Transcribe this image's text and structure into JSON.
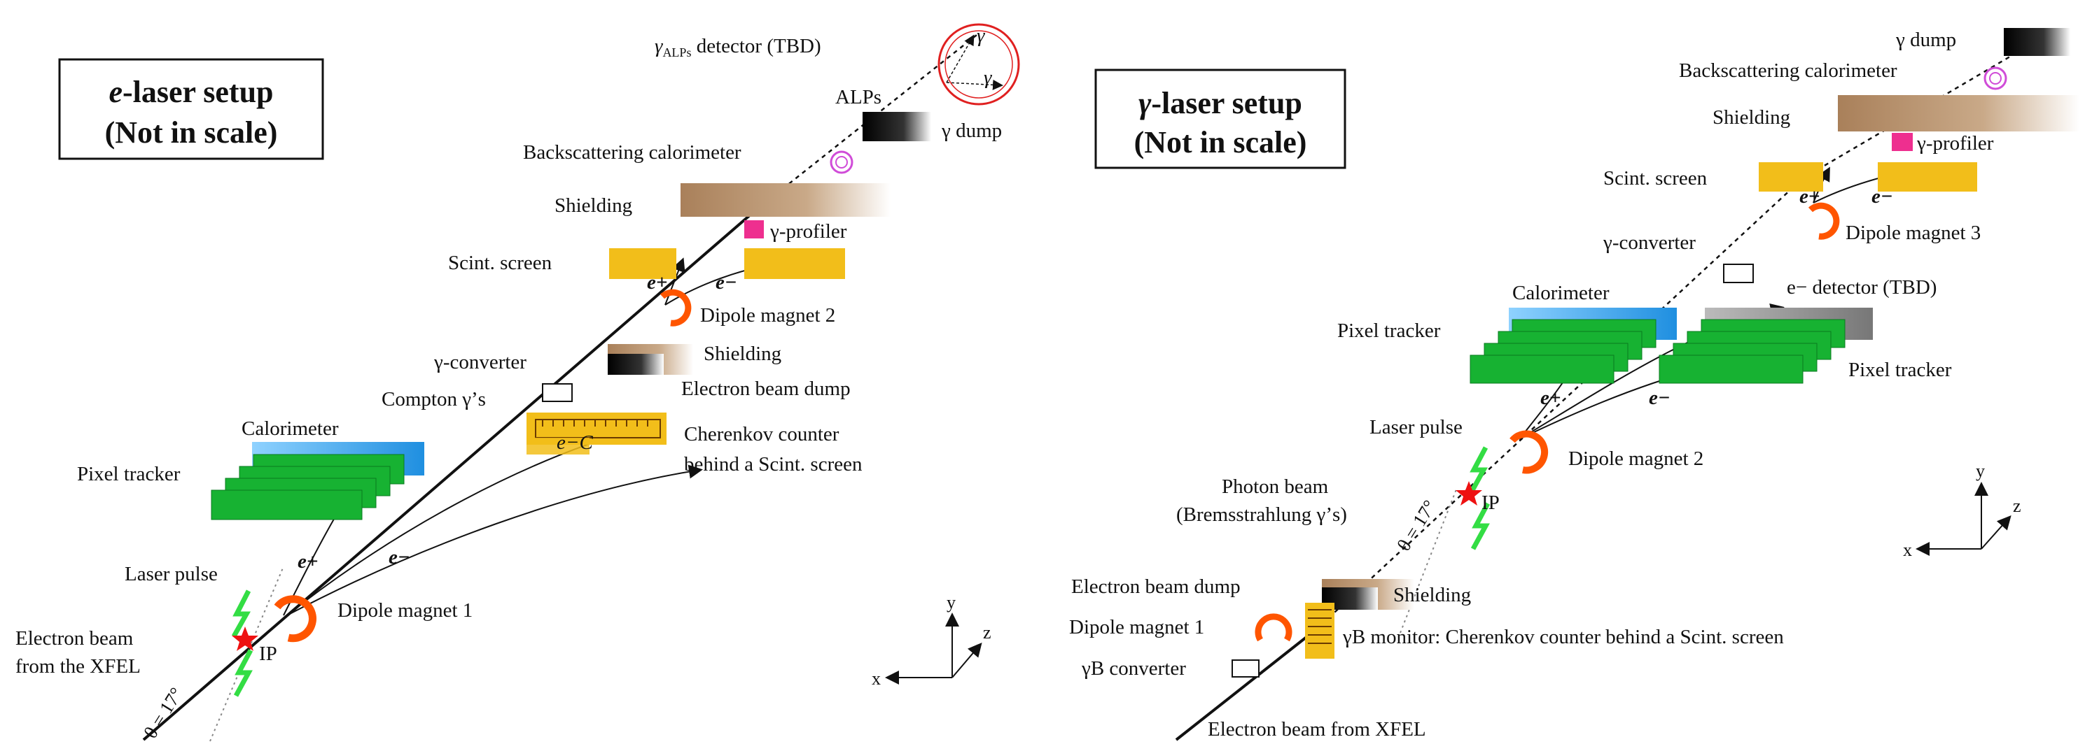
{
  "colors": {
    "calorimeter": "#2f9be3",
    "pixel_tracker": "#17b232",
    "scint_screen": "#f2be1a",
    "shielding": "#b08e6b",
    "dump": "#111111",
    "magnet": "#ff5500",
    "profiler": "#ee2f8f",
    "backscatter": "#d04cd8",
    "alp_circle": "#e02020",
    "laser": "#33dd44",
    "ip_star": "#ee1111"
  },
  "left_panel": {
    "title_line1_italic": "e",
    "title_line1_rest": "-laser setup",
    "title_line2": "(Not in scale)",
    "labels": {
      "alp_detector_prefix": "γ",
      "alp_detector_sub": "ALPs",
      "alp_detector_rest": " detector (TBD)",
      "gamma_top": "γ",
      "gamma_right": "γ",
      "alps": "ALPs",
      "gamma_dump": "γ dump",
      "backscattering_calorimeter": "Backscattering calorimeter",
      "shielding_top": "Shielding",
      "gamma_profiler": "γ-profiler",
      "scint_screen": "Scint. screen",
      "e_plus_top": "e+",
      "e_minus_top": "e−",
      "dipole_magnet_2": "Dipole magnet 2",
      "gamma_converter": "γ-converter",
      "shielding_mid": "Shielding",
      "electron_beam_dump": "Electron beam dump",
      "compton": "Compton γ’s",
      "cherenkov_line1": "Cherenkov counter",
      "cherenkov_line2": "behind a Scint. screen",
      "e_c": "e−C",
      "calorimeter": "Calorimeter",
      "pixel_tracker": "Pixel tracker",
      "e_plus_low": "e+",
      "e_minus_low": "e−",
      "laser_pulse": "Laser pulse",
      "dipole_magnet_1": "Dipole magnet 1",
      "electron_beam_line1": "Electron beam",
      "electron_beam_line2": "from the XFEL",
      "ip": "IP",
      "theta": "θ = 17°"
    },
    "axes": {
      "x": "x",
      "y": "y",
      "z": "z"
    }
  },
  "right_panel": {
    "title_line1_italic": "γ",
    "title_line1_rest": "-laser setup",
    "title_line2": "(Not in scale)",
    "labels": {
      "gamma_dump": "γ dump",
      "backscattering_calorimeter": "Backscattering calorimeter",
      "shielding_top": "Shielding",
      "gamma_profiler": "γ-profiler",
      "scint_screen": "Scint. screen",
      "e_plus_top": "e+",
      "e_minus_top": "e−",
      "dipole_magnet_3": "Dipole magnet 3",
      "gamma_converter": "γ-converter",
      "calorimeter": "Calorimeter",
      "e_detector": "e− detector (TBD)",
      "pixel_tracker_left": "Pixel tracker",
      "pixel_tracker_right": "Pixel tracker",
      "e_plus_mid": "e+",
      "e_minus_mid": "e−",
      "laser_pulse": "Laser pulse",
      "dipole_magnet_2": "Dipole magnet 2",
      "photon_beam_line1": "Photon beam",
      "photon_beam_line2": "(Bremsstrahlung γ’s)",
      "ip": "IP",
      "theta": "θ = 17°",
      "electron_beam_dump": "Electron beam dump",
      "shielding_low": "Shielding",
      "dipole_magnet_1": "Dipole magnet 1",
      "gamma_b_monitor": "γB monitor: Cherenkov counter behind a Scint. screen",
      "gamma_b_converter": "γB converter",
      "electron_beam_xfel": "Electron beam from XFEL"
    },
    "axes": {
      "x": "x",
      "y": "y",
      "z": "z"
    }
  }
}
